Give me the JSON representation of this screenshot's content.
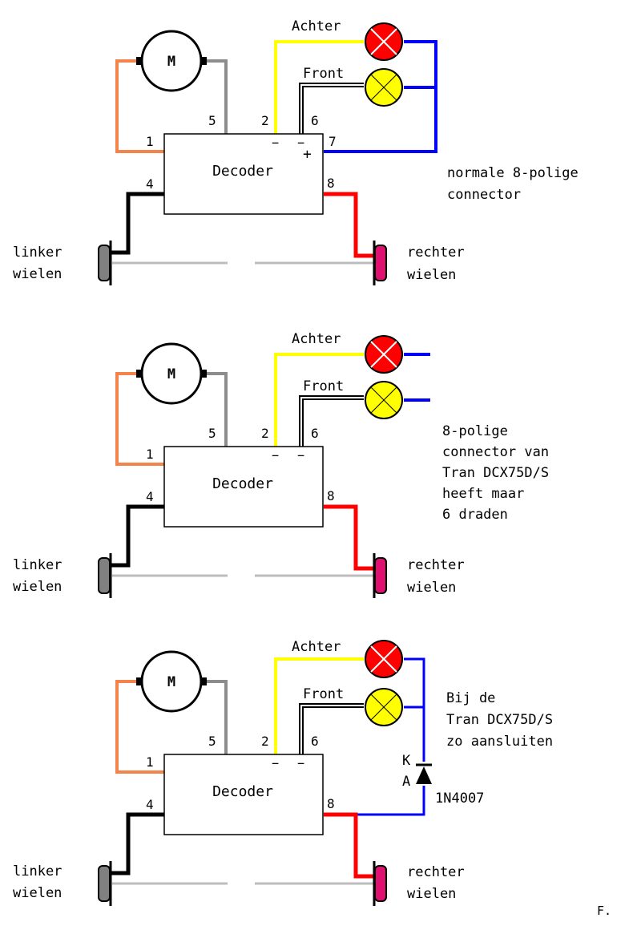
{
  "colors": {
    "motor_left_wire": "#f4844c",
    "motor_right_wire": "#8c8c8c",
    "lamp_minus_wire": "#ffff00",
    "common_plus_wire": "#0000ff",
    "right_wheel_wire": "#ff0000",
    "left_wheel_wire": "#000000",
    "rear_lamp": "#ff0000",
    "front_lamp": "#ffff00",
    "left_wheel": "#808080",
    "right_wheel": "#e01070",
    "rail": "#bdbdbd"
  },
  "common": {
    "motor": "M",
    "decoder": "Decoder",
    "rear_lamp": "Achter",
    "front_lamp": "Front",
    "left_wheels_line1": "linker",
    "left_wheels_line2": "wielen",
    "right_wheels_line1": "rechter",
    "right_wheels_line2": "wielen",
    "pin1": "1",
    "pin2": "2",
    "pin4": "4",
    "pin5": "5",
    "pin6": "6",
    "pin7": "7",
    "pin8": "8",
    "minus": "−",
    "plus": "+"
  },
  "diagrams": [
    {
      "caption": [
        "normale 8-polige",
        "connector"
      ]
    },
    {
      "caption": [
        "8-polige",
        "connector van",
        "Tran DCX75D/S",
        "heeft maar",
        "6 draden"
      ]
    },
    {
      "caption": [
        "Bij de",
        "Tran DCX75D/S",
        "zo aansluiten"
      ]
    }
  ],
  "diode": {
    "cathode": "K",
    "anode": "A",
    "part": "1N4007"
  },
  "signature": "F."
}
